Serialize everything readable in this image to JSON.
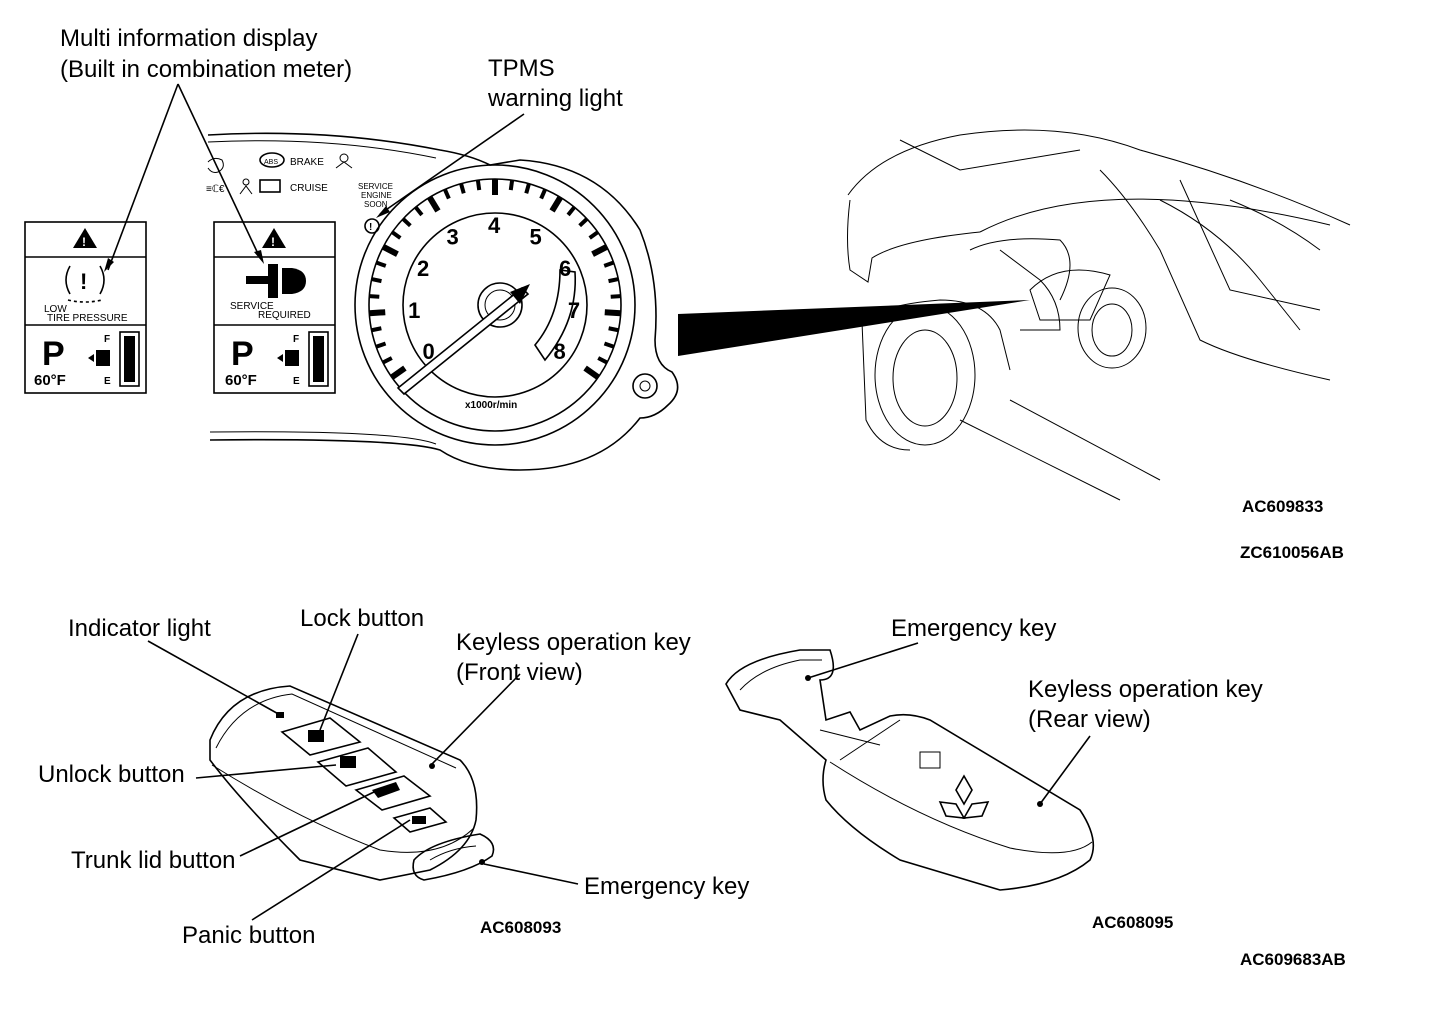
{
  "callouts": {
    "multi_info_display_1": "Multi information display",
    "multi_info_display_2": "(Built in combination meter)",
    "tpms_1": "TPMS",
    "tpms_2": "warning light",
    "indicator_light": "Indicator light",
    "lock_button": "Lock button",
    "unlock_button": "Unlock button",
    "trunk_lid_button": "Trunk lid button",
    "panic_button": "Panic button",
    "keyless_front_1": "Keyless operation key",
    "keyless_front_2": "(Front view)",
    "emergency_key_front": "Emergency key",
    "emergency_key_rear": "Emergency key",
    "keyless_rear_1": "Keyless operation key",
    "keyless_rear_2": "(Rear view)"
  },
  "codes": {
    "cluster_fig": "AC609833",
    "cluster_sheet": "ZC610056AB",
    "key_front_fig": "AC608093",
    "key_rear_fig": "AC608095",
    "key_sheet": "AC609683AB"
  },
  "display_left": {
    "msg_1": "LOW",
    "msg_2": "TIRE PRESSURE",
    "gear": "P",
    "temp": "60°F",
    "fuel_f": "F",
    "fuel_e": "E"
  },
  "display_right": {
    "msg_1": "SERVICE",
    "msg_2": "REQUIRED",
    "gear": "P",
    "temp": "60°F",
    "fuel_f": "F",
    "fuel_e": "E"
  },
  "cluster": {
    "brake": "BRAKE",
    "cruise": "CRUISE",
    "abs": "ABS",
    "service_1": "SERVICE",
    "service_2": "ENGINE",
    "service_3": "SOON",
    "tach_unit": "x1000r/min",
    "tach_numbers": [
      "0",
      "1",
      "2",
      "3",
      "4",
      "5",
      "6",
      "7",
      "8"
    ]
  }
}
